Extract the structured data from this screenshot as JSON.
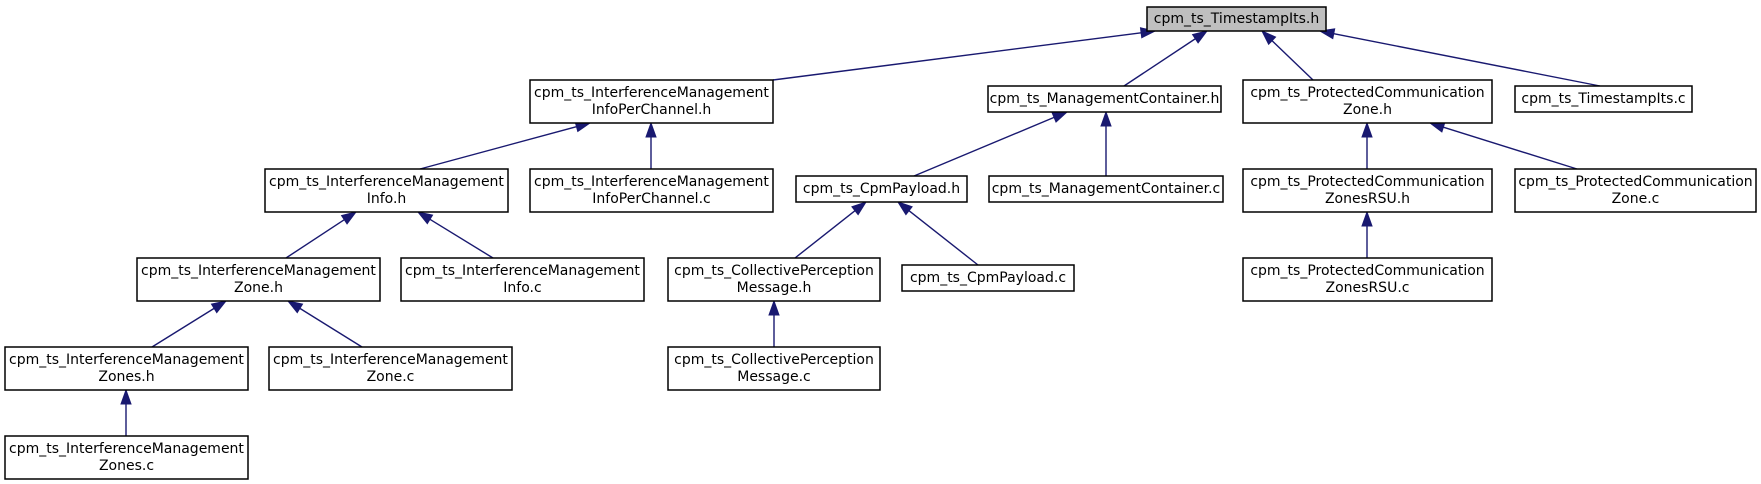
{
  "diagram": {
    "nodes": [
      {
        "id": "root",
        "lines": [
          "cpm_ts_TimestampIts.h"
        ],
        "root": true
      },
      {
        "id": "impc_h",
        "lines": [
          "cpm_ts_InterferenceManagement",
          "InfoPerChannel.h"
        ]
      },
      {
        "id": "mc_h",
        "lines": [
          "cpm_ts_ManagementContainer.h"
        ]
      },
      {
        "id": "pcz_h",
        "lines": [
          "cpm_ts_ProtectedCommunication",
          "Zone.h"
        ]
      },
      {
        "id": "ts_c",
        "lines": [
          "cpm_ts_TimestampIts.c"
        ]
      },
      {
        "id": "imi_h",
        "lines": [
          "cpm_ts_InterferenceManagement",
          "Info.h"
        ]
      },
      {
        "id": "impc_c",
        "lines": [
          "cpm_ts_InterferenceManagement",
          "InfoPerChannel.c"
        ]
      },
      {
        "id": "cp_h",
        "lines": [
          "cpm_ts_CpmPayload.h"
        ]
      },
      {
        "id": "mc_c",
        "lines": [
          "cpm_ts_ManagementContainer.c"
        ]
      },
      {
        "id": "pczr_h",
        "lines": [
          "cpm_ts_ProtectedCommunication",
          "ZonesRSU.h"
        ]
      },
      {
        "id": "pcz_c",
        "lines": [
          "cpm_ts_ProtectedCommunication",
          "Zone.c"
        ]
      },
      {
        "id": "imz_h",
        "lines": [
          "cpm_ts_InterferenceManagement",
          "Zone.h"
        ]
      },
      {
        "id": "imi_c",
        "lines": [
          "cpm_ts_InterferenceManagement",
          "Info.c"
        ]
      },
      {
        "id": "cpm_h",
        "lines": [
          "cpm_ts_CollectivePerception",
          "Message.h"
        ]
      },
      {
        "id": "cp_c",
        "lines": [
          "cpm_ts_CpmPayload.c"
        ]
      },
      {
        "id": "pczr_c",
        "lines": [
          "cpm_ts_ProtectedCommunication",
          "ZonesRSU.c"
        ]
      },
      {
        "id": "imzs_h",
        "lines": [
          "cpm_ts_InterferenceManagement",
          "Zones.h"
        ]
      },
      {
        "id": "imz_c",
        "lines": [
          "cpm_ts_InterferenceManagement",
          "Zone.c"
        ]
      },
      {
        "id": "cpm_c",
        "lines": [
          "cpm_ts_CollectivePerception",
          "Message.c"
        ]
      },
      {
        "id": "imzs_c",
        "lines": [
          "cpm_ts_InterferenceManagement",
          "Zones.c"
        ]
      }
    ],
    "edges": [
      {
        "from": "impc_h",
        "to": "root"
      },
      {
        "from": "mc_h",
        "to": "root"
      },
      {
        "from": "pcz_h",
        "to": "root"
      },
      {
        "from": "ts_c",
        "to": "root"
      },
      {
        "from": "imi_h",
        "to": "impc_h"
      },
      {
        "from": "impc_c",
        "to": "impc_h"
      },
      {
        "from": "cp_h",
        "to": "mc_h"
      },
      {
        "from": "mc_c",
        "to": "mc_h"
      },
      {
        "from": "pczr_h",
        "to": "pcz_h"
      },
      {
        "from": "pcz_c",
        "to": "pcz_h"
      },
      {
        "from": "imz_h",
        "to": "imi_h"
      },
      {
        "from": "imi_c",
        "to": "imi_h"
      },
      {
        "from": "cpm_h",
        "to": "cp_h"
      },
      {
        "from": "cp_c",
        "to": "cp_h"
      },
      {
        "from": "pczr_c",
        "to": "pczr_h"
      },
      {
        "from": "imzs_h",
        "to": "imz_h"
      },
      {
        "from": "imz_c",
        "to": "imz_h"
      },
      {
        "from": "cpm_c",
        "to": "cpm_h"
      },
      {
        "from": "imzs_c",
        "to": "imzs_h"
      }
    ],
    "colors": {
      "edge": "#191970",
      "root_fill": "#bfbfbf",
      "node_fill": "#ffffff",
      "border": "#000000"
    }
  }
}
